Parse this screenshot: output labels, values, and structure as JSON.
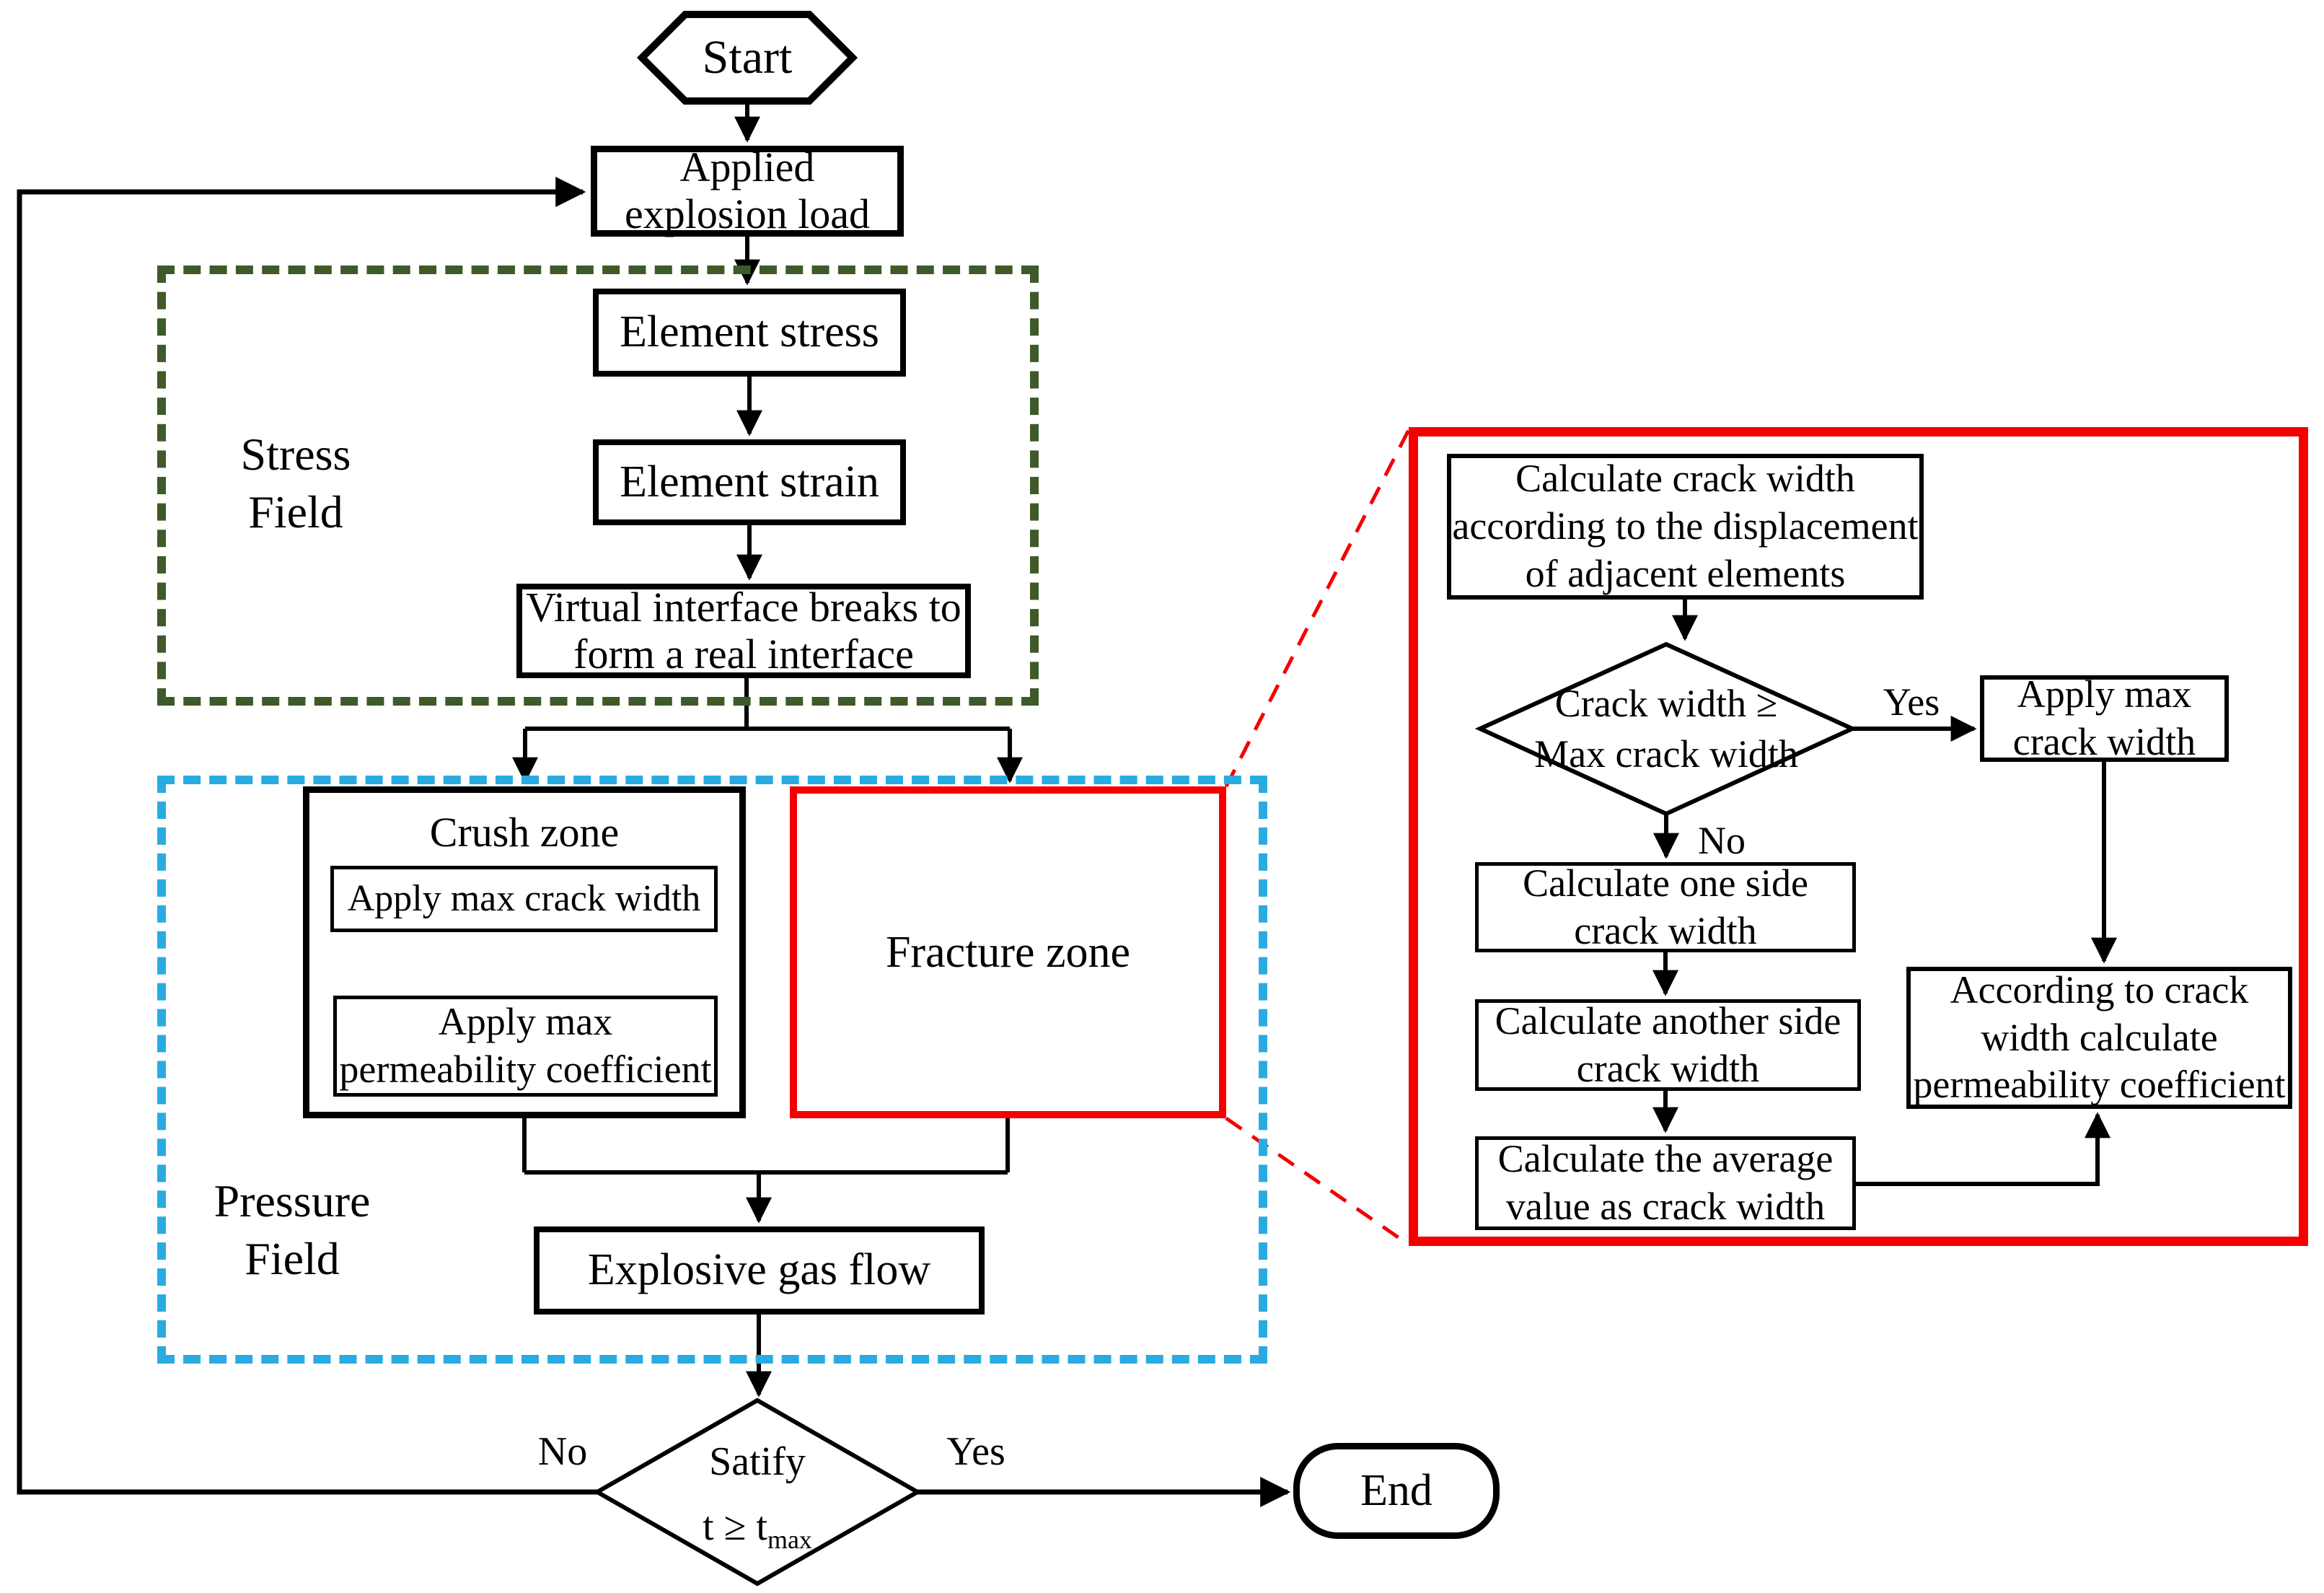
{
  "palette": {
    "line_black": "#000000",
    "region_green": "#3e5a28",
    "region_blue": "#29abe2",
    "accent_red": "#f40000"
  },
  "main_flow": {
    "start": "Start",
    "applied_load": "Applied\nexplosion load",
    "element_stress": "Element stress",
    "element_strain": "Element strain",
    "virtual_interface": "Virtual interface breaks to\nform a real interface",
    "explosive_gas_flow": "Explosive gas flow",
    "end": "End"
  },
  "regions": {
    "stress_field": "Stress\nField",
    "pressure_field": "Pressure\nField"
  },
  "crush_zone": {
    "title": "Crush zone",
    "apply_max_crack_width": "Apply max crack width",
    "apply_max_permeability": "Apply max\npermeability coefficient"
  },
  "fracture_zone": {
    "title": "Fracture zone"
  },
  "decision": {
    "line1": "Satify",
    "line2_main": "t ≥ t",
    "line2_sub": "max",
    "no_label": "No",
    "yes_label": "Yes"
  },
  "detail_panel": {
    "calculate_crack_width": "Calculate crack width\naccording to the displacement\nof adjacent elements",
    "decision_text": "Crack width ≥\nMax crack width",
    "decision_yes": "Yes",
    "decision_no": "No",
    "apply_max_crack_width": "Apply max\ncrack width",
    "calculate_one_side": "Calculate one side\ncrack width",
    "calculate_another_side": "Calculate another side\ncrack width",
    "calculate_average": "Calculate the average\nvalue as crack width",
    "according_permeability": "According to crack\nwidth calculate\npermeability coefficient"
  }
}
